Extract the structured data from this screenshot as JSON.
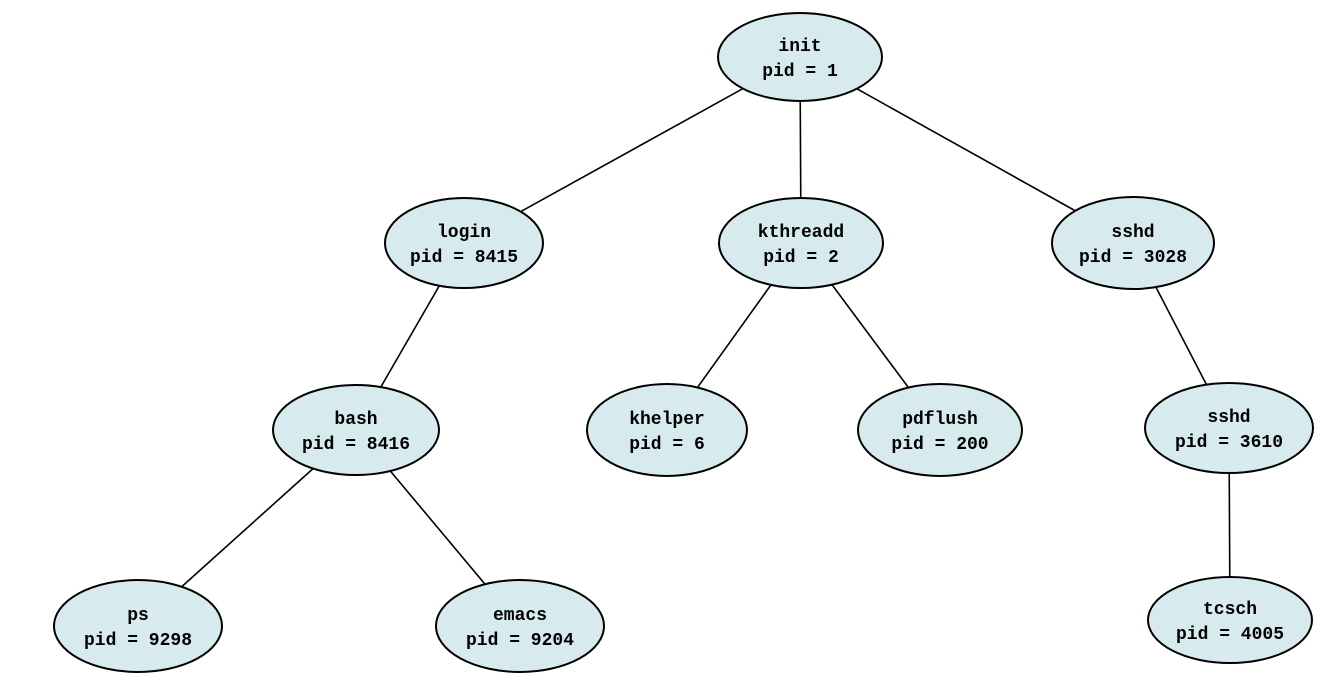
{
  "diagram": {
    "kind": "process-tree",
    "background_color": "#ffffff",
    "node_fill": "#d7ebee",
    "node_stroke": "#000000",
    "edge_color": "#000000",
    "nodes": {
      "init": {
        "name": "init",
        "pid": "pid = 1"
      },
      "login": {
        "name": "login",
        "pid": "pid = 8415"
      },
      "kthreadd": {
        "name": "kthreadd",
        "pid": "pid = 2"
      },
      "sshd1": {
        "name": "sshd",
        "pid": "pid = 3028"
      },
      "bash": {
        "name": "bash",
        "pid": "pid = 8416"
      },
      "khelper": {
        "name": "khelper",
        "pid": "pid = 6"
      },
      "pdflush": {
        "name": "pdflush",
        "pid": "pid = 200"
      },
      "sshd2": {
        "name": "sshd",
        "pid": "pid = 3610"
      },
      "ps": {
        "name": "ps",
        "pid": "pid = 9298"
      },
      "emacs": {
        "name": "emacs",
        "pid": "pid = 9204"
      },
      "tcsch": {
        "name": "tcsch",
        "pid": "pid = 4005"
      }
    },
    "edges": [
      {
        "from": "init",
        "to": "login"
      },
      {
        "from": "init",
        "to": "kthreadd"
      },
      {
        "from": "init",
        "to": "sshd1"
      },
      {
        "from": "login",
        "to": "bash"
      },
      {
        "from": "kthreadd",
        "to": "khelper"
      },
      {
        "from": "kthreadd",
        "to": "pdflush"
      },
      {
        "from": "sshd1",
        "to": "sshd2"
      },
      {
        "from": "bash",
        "to": "ps"
      },
      {
        "from": "bash",
        "to": "emacs"
      },
      {
        "from": "sshd2",
        "to": "tcsch"
      }
    ]
  }
}
